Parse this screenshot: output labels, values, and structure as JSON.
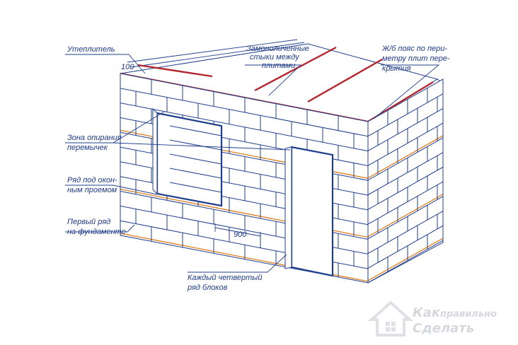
{
  "labels": {
    "insulation": "Утеплитель",
    "insulation_dim": "100",
    "monolithic_joints_1": "Замоноличенные",
    "monolithic_joints_2": "стыки между",
    "monolithic_joints_3": "плитами",
    "rc_belt_1": "Ж/б пояс по пери-",
    "rc_belt_2": "метру плит пере-",
    "rc_belt_3": "крытия",
    "lintel_zone_1": "Зона опирания",
    "lintel_zone_2": "перемычек",
    "under_window_1": "Ряд под окон-",
    "under_window_2": "ным проемом",
    "first_row_1": "Первый ряд",
    "first_row_2": "на фундаменте",
    "every_fourth_1": "Каждый четвертый",
    "every_fourth_2": "ряд блоков",
    "block_dim": "900"
  },
  "watermark": {
    "line1": "Как",
    "line1b": "правильно",
    "line2": "Сделать",
    "icon": "house-logo-icon"
  },
  "colors": {
    "line": "#1f3f8c",
    "rebar": "#e0852b",
    "slab_joint": "#b3262e",
    "text": "#1e3a8a"
  }
}
